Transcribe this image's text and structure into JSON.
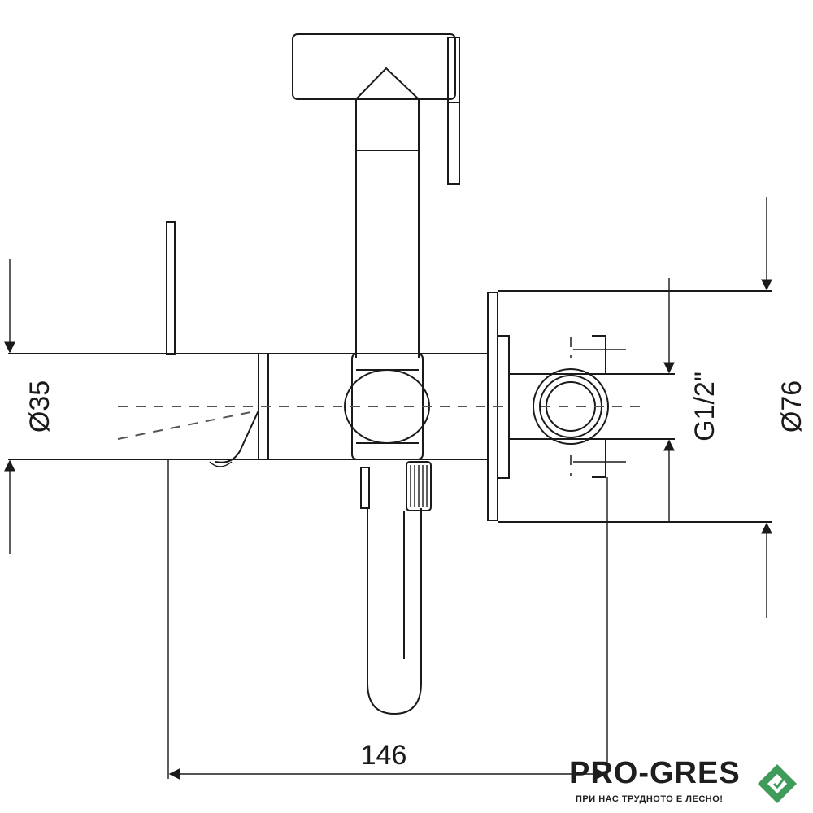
{
  "dimensions": {
    "diameter_body": "Ø35",
    "thread": "G1/2\"",
    "diameter_flange": "Ø76",
    "length": "146"
  },
  "logo": {
    "name": "PRO-GRES",
    "tagline": "ПРИ НАС ТРУДНОТО Е ЛЕСНО!",
    "accent_color": "#3f9b5a"
  }
}
